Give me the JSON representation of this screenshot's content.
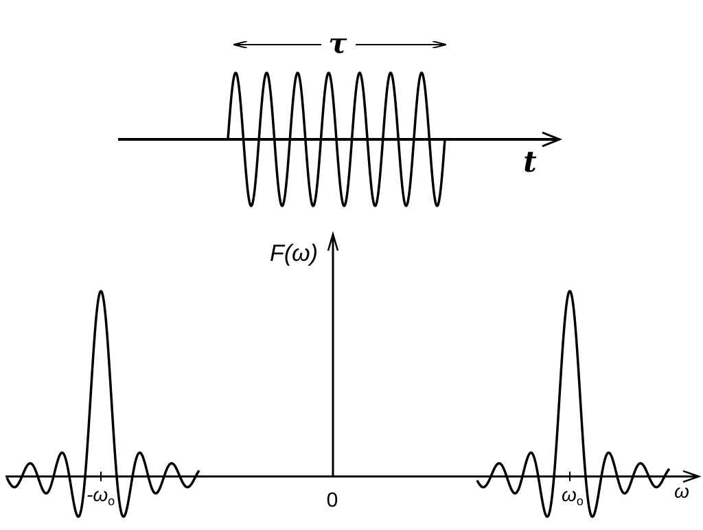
{
  "pulse_diagram": {
    "duration_label": "τ",
    "time_axis_label": "t",
    "cycles": 7
  },
  "spectrum_diagram": {
    "y_axis_label": "F(ω)",
    "x_axis_label": "ω",
    "origin_label": "0",
    "neg_peak_label": "-ω",
    "neg_peak_subscript": "o",
    "pos_peak_label": "ω",
    "pos_peak_subscript": "o"
  },
  "colors": {
    "stroke": "#000000",
    "background": "#ffffff"
  }
}
